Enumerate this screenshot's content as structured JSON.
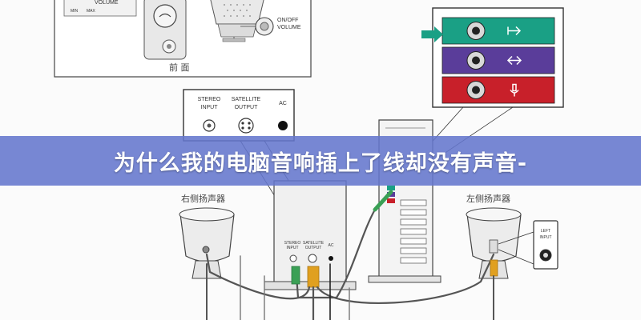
{
  "banner": {
    "title": "为什么我的电脑音响插上了线却没有声音-",
    "color": "#6676cd"
  },
  "front_panel": {
    "caption": "前 面",
    "volume_label": "VOLUME",
    "min_label": "MIN",
    "max_label": "MAX",
    "onoff_label": "ON/OFF",
    "onoff_volume_label": "VOLUME"
  },
  "subwoofer_rear_panel": {
    "labels": {
      "stereo_input_1": "STEREO",
      "stereo_input_2": "INPUT",
      "satellite_output_1": "SATELLITE",
      "satellite_output_2": "OUTPUT",
      "ac": "AC"
    }
  },
  "pc_jacks": {
    "rows": [
      {
        "name": "line-out",
        "color": "#1aa085",
        "icon": "line-out-icon"
      },
      {
        "name": "line-in",
        "color": "#5a3d9a",
        "icon": "line-in-icon"
      },
      {
        "name": "mic",
        "color": "#c8202a",
        "icon": "mic-icon"
      }
    ],
    "highlighted_row": 0,
    "pointer_color": "#1aa085"
  },
  "speakers": {
    "right_label": "右侧扬声器",
    "left_label": "左侧扬声器",
    "left_input_1": "LEFT",
    "left_input_2": "INPUT"
  },
  "rear_small": {
    "stereo_1": "STEREO",
    "stereo_2": "INPUT",
    "sat_1": "SATELLITE",
    "sat_2": "OUTPUT",
    "ac": "AC"
  },
  "cable_colors": {
    "green": "#3aa055",
    "yellow": "#e0a020"
  }
}
